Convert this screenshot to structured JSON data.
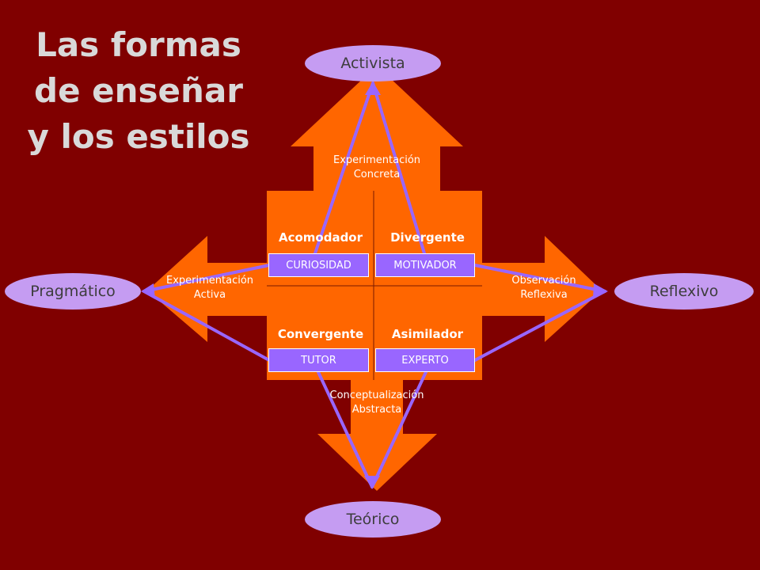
{
  "title": [
    "Las formas",
    "de enseñar",
    "y los estilos"
  ],
  "poles": {
    "top": "Activista",
    "left": "Pragmático",
    "right": "Reflexivo",
    "bottom": "Teórico"
  },
  "axis_labels": {
    "top": [
      "Experimentación",
      "Concreta"
    ],
    "left": [
      "Experimentación",
      "Activa"
    ],
    "right": [
      "Observación",
      "Reflexiva"
    ],
    "bottom": [
      "Conceptualización",
      "Abstracta"
    ]
  },
  "quadrants": {
    "top_left": {
      "title": "Acomodador",
      "box": "CURIOSIDAD"
    },
    "top_right": {
      "title": "Divergente",
      "box": "MOTIVADOR"
    },
    "bottom_left": {
      "title": "Convergente",
      "box": "TUTOR"
    },
    "bottom_right": {
      "title": "Asimilador",
      "box": "EXPERTO"
    }
  },
  "colors": {
    "background": "#800000",
    "arrows": "#ff6600",
    "poles": "#c59cf2",
    "boxes": "#9966ff",
    "connectors": "#9966ff",
    "title": "#d9d9d9"
  }
}
